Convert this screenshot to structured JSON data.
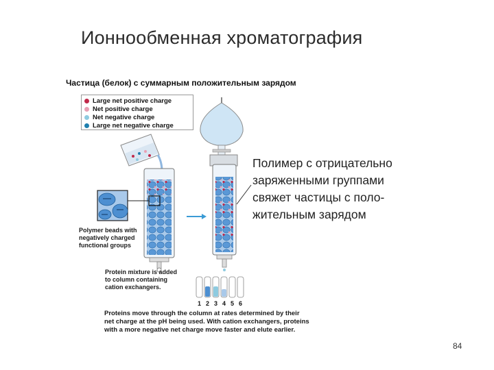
{
  "title": "Ионнообменная хроматография",
  "figure_header": "Частица (белок) с суммарным положительным зарядом",
  "legend": [
    {
      "label": "Large net positive charge",
      "color": "#c0294a"
    },
    {
      "label": "Net positive charge",
      "color": "#e8a0b4"
    },
    {
      "label": "Net negative charge",
      "color": "#8ecbe0"
    },
    {
      "label": "Large net negative charge",
      "color": "#1f7fae"
    }
  ],
  "beads_caption": [
    "Polymer beads with",
    "negatively charged",
    "functional groups"
  ],
  "mixture_caption": [
    "Protein mixture is added",
    "to column containing",
    "cation exchangers."
  ],
  "bottom_caption": [
    "Proteins move through the column at rates determined by their",
    "net charge at the pH being used. With cation exchangers, proteins",
    "with a more negative net charge move faster and elute earlier."
  ],
  "callout_lines": [
    "Полимер с отрицательно",
    "заряженными группами",
    "свяжет частицы с поло-",
    "жительным зарядом"
  ],
  "tube_labels": [
    "1",
    "2",
    "3",
    "4",
    "5",
    "6"
  ],
  "page_number": "84",
  "colors": {
    "column_fill": "#8fb7e0",
    "bead": "#4d8fd1",
    "arrow": "#3a9bd5",
    "funnel": "#cfe5f5"
  }
}
